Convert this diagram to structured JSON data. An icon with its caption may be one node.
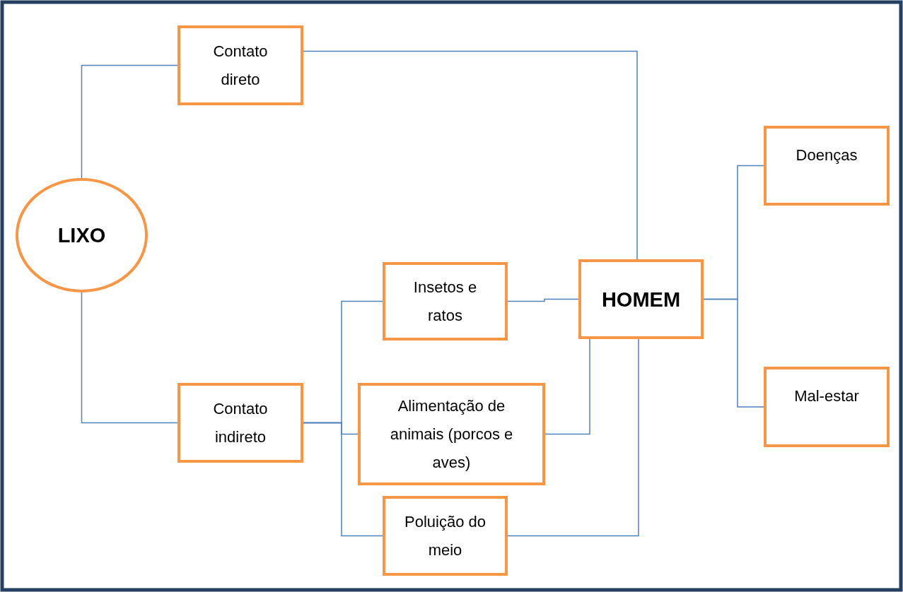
{
  "diagram": {
    "nodes": [
      {
        "text": [
          "LIXO"
        ]
      },
      {
        "text": [
          "Contato direto"
        ]
      },
      {
        "text": [
          "Contato indireto"
        ]
      },
      {
        "text": [
          "Insetos e ratos"
        ]
      },
      {
        "text": [
          "Alimentação de animais (porcos e aves)"
        ]
      },
      {
        "text": [
          "Poluição do meio"
        ]
      },
      {
        "text": [
          "HOMEM"
        ]
      },
      {
        "text": [
          "Doenças"
        ]
      },
      {
        "text": [
          "Mal-estar"
        ]
      }
    ],
    "edges": [
      {
        "from": 0,
        "to": 1,
        "arrow": "none"
      },
      {
        "from": 0,
        "to": 2,
        "arrow": "none"
      },
      {
        "from": 1,
        "to": 6,
        "arrow": "none"
      },
      {
        "from": 2,
        "to": 3,
        "arrow": "none"
      },
      {
        "from": 2,
        "to": 4,
        "arrow": "none"
      },
      {
        "from": 2,
        "to": 5,
        "arrow": "none"
      },
      {
        "from": 3,
        "to": 6,
        "arrow": "none"
      },
      {
        "from": 4,
        "to": 6,
        "arrow": "none"
      },
      {
        "from": 5,
        "to": 6,
        "arrow": "none"
      },
      {
        "from": 6,
        "to": 7,
        "arrow": "none"
      },
      {
        "from": 6,
        "to": 8,
        "arrow": "none"
      }
    ]
  }
}
